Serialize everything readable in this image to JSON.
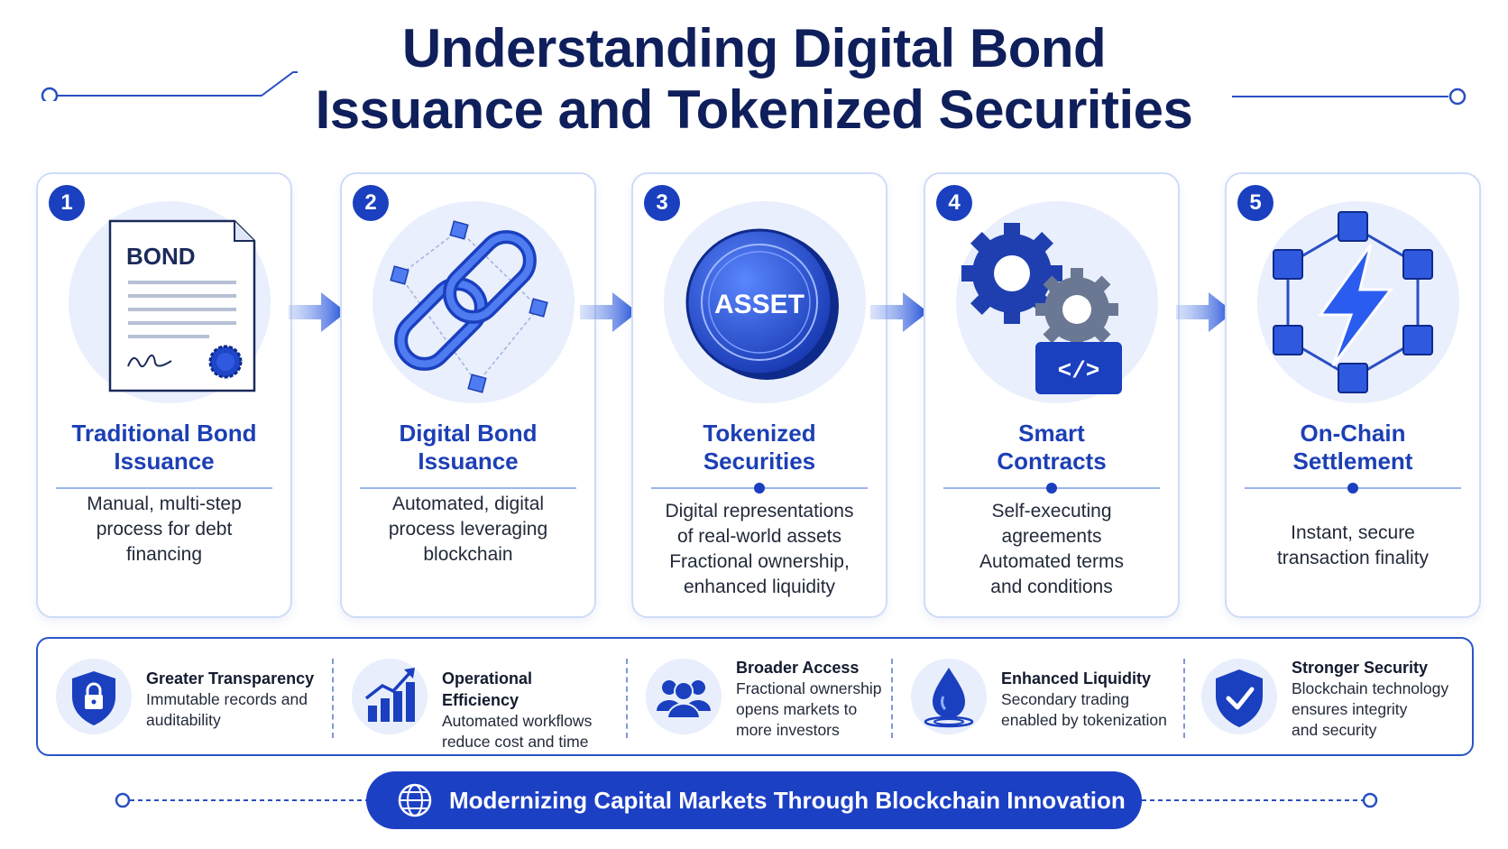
{
  "title": {
    "line1": "Understanding Digital Bond",
    "line2": "Issuance and Tokenized Securities"
  },
  "steps": [
    {
      "number": "1",
      "title_lines": [
        "Traditional Bond",
        "Issuance"
      ],
      "desc_lines": [
        "Manual, multi-step",
        "process for debt",
        "financing"
      ],
      "icon": "bond-document-icon",
      "icon_text": "BOND"
    },
    {
      "number": "2",
      "title_lines": [
        "Digital Bond",
        "Issuance"
      ],
      "desc_lines": [
        "Automated, digital",
        "process leveraging",
        "blockchain"
      ],
      "icon": "chain-link-icon"
    },
    {
      "number": "3",
      "title_lines": [
        "Tokenized",
        "Securities"
      ],
      "desc_lines": [
        "Digital representations",
        "of real-world assets",
        "Fractional ownership,",
        "enhanced liquidity"
      ],
      "icon": "asset-token-icon",
      "icon_text": "ASSET"
    },
    {
      "number": "4",
      "title_lines": [
        "Smart",
        "Contracts"
      ],
      "desc_lines": [
        "Self-executing",
        "agreements",
        "Automated terms",
        "and conditions"
      ],
      "icon": "gears-code-icon",
      "icon_text": "</>"
    },
    {
      "number": "5",
      "title_lines": [
        "On-Chain",
        "Settlement"
      ],
      "desc_lines": [
        "Instant, secure",
        "transaction finality"
      ],
      "icon": "lightning-network-icon"
    }
  ],
  "benefits": [
    {
      "title": "Greater Transparency",
      "desc_lines": [
        "Immutable records and",
        "auditability"
      ],
      "icon": "lock-shield-icon"
    },
    {
      "title": "Operational Efficiency",
      "desc_lines": [
        "Automated workflows",
        "reduce cost and time"
      ],
      "icon": "growth-chart-icon"
    },
    {
      "title": "Broader Access",
      "desc_lines": [
        "Fractional ownership",
        "opens markets to",
        "more investors"
      ],
      "icon": "people-group-icon"
    },
    {
      "title": "Enhanced Liquidity",
      "desc_lines": [
        "Secondary trading",
        "enabled by tokenization"
      ],
      "icon": "water-drop-icon"
    },
    {
      "title": "Stronger Security",
      "desc_lines": [
        "Blockchain technology",
        "ensures integrity",
        "and security"
      ],
      "icon": "check-shield-icon"
    }
  ],
  "footer": {
    "text": "Modernizing Capital Markets Through Blockchain Innovation",
    "icon": "globe-icon"
  },
  "colors": {
    "primary": "#1a3fbf",
    "title": "#0f1f5c",
    "accent_light": "#e9effc",
    "border": "#cfdcf7"
  }
}
